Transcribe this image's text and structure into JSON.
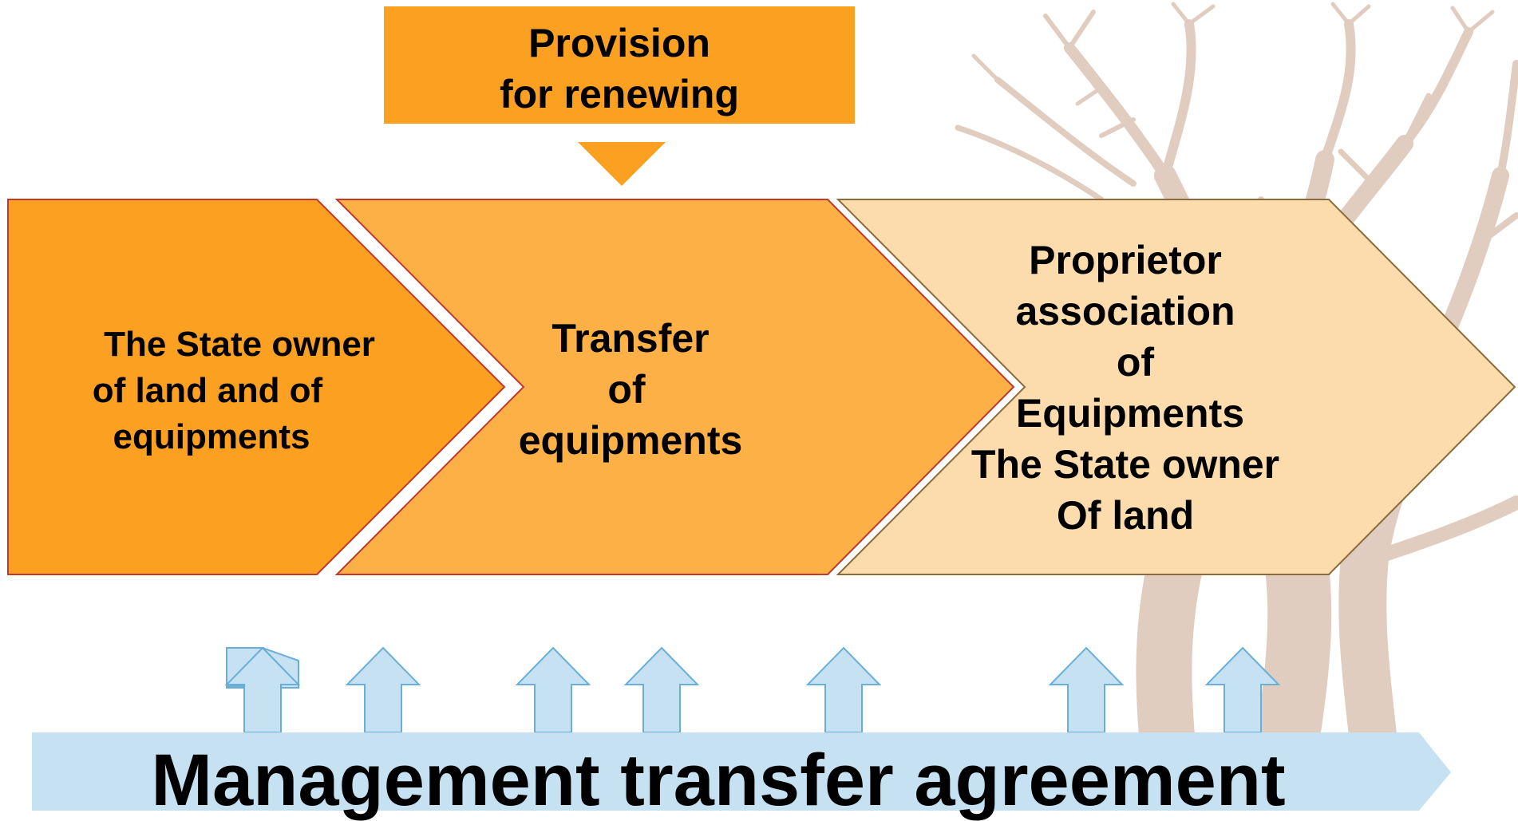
{
  "provision": {
    "line1": "Provision",
    "line2": "for renewing"
  },
  "steps": [
    {
      "lines": [
        "The State  owner",
        "of land and of",
        "equipments"
      ]
    },
    {
      "lines": [
        "Transfer",
        "of",
        "equipments"
      ]
    },
    {
      "lines": [
        "Proprietor",
        "association",
        "of",
        "Equipments",
        "The State owner",
        "Of  land"
      ]
    }
  ],
  "agreement": {
    "label": "Management transfer agreement"
  },
  "colors": {
    "step1_fill": "#FBA020",
    "step2_fill": "#FDB045",
    "step3_fill": "#FCDCAC",
    "chevron_outline": "#C0392B",
    "provision_fill": "#FBA020",
    "arrow_fill": "#C6E2F2",
    "arrow_outline": "#6AAFD8",
    "banner_fill": "#C6E2F2"
  }
}
